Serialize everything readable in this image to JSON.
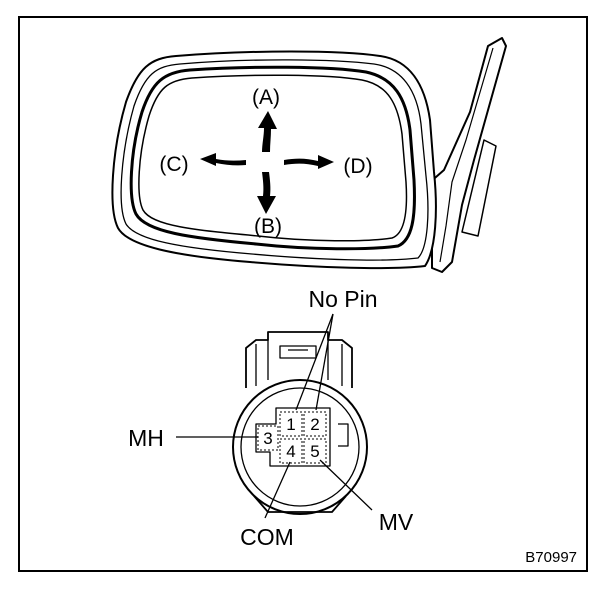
{
  "mirror": {
    "directions": {
      "up": "(A)",
      "down": "(B)",
      "left": "(C)",
      "right": "(D)"
    }
  },
  "connector": {
    "top_label": "No Pin",
    "pins": [
      "1",
      "2",
      "3",
      "4",
      "5"
    ],
    "left_label": "MH",
    "bottom_left_label": "COM",
    "bottom_right_label": "MV"
  },
  "figure_code": "B70997"
}
